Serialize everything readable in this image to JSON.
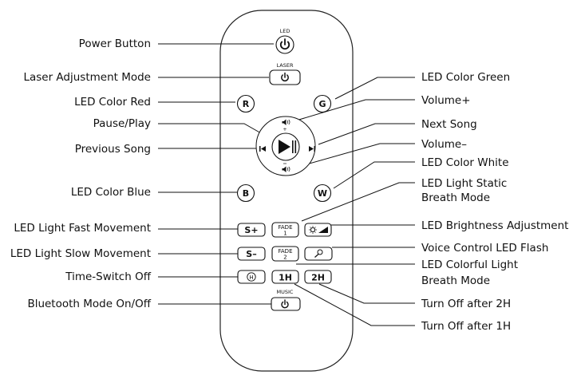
{
  "labels": {
    "power_button": "Power Button",
    "laser_adjustment": "Laser Adjustment Mode",
    "led_color_red": "LED Color Red",
    "pause_play": "Pause/Play",
    "previous_song": "Previous Song",
    "led_color_blue": "LED Color Blue",
    "led_fast_movement": "LED Light Fast Movement",
    "led_slow_movement": "LED Light Slow Movement",
    "time_switch_off": "Time-Switch Off",
    "bluetooth_mode": "Bluetooth Mode On/Off",
    "led_color_green": "LED Color Green",
    "volume_plus": "Volume+",
    "next_song": "Next Song",
    "volume_minus": "Volume–",
    "led_color_white": "LED Color White",
    "led_static_breath_1": "LED Light Static",
    "led_static_breath_2": "Breath Mode",
    "led_brightness": "LED Brightness Adjustment",
    "voice_control_flash": "Voice Control LED Flash",
    "led_colorful_breath_1": "LED Colorful Light",
    "led_colorful_breath_2": "Breath Mode",
    "turn_off_2h": "Turn Off after 2H",
    "turn_off_1h": "Turn Off after 1H"
  },
  "remote": {
    "led_caption": "LED",
    "laser_caption": "LASER",
    "music_caption": "MUSIC",
    "btn_r": "R",
    "btn_g": "G",
    "btn_b": "B",
    "btn_w": "W",
    "btn_s_plus": "S+",
    "btn_s_minus": "S–",
    "fade1_top": "FADE",
    "fade1_num": "1",
    "fade2_top": "FADE",
    "fade2_num": "2",
    "btn_1h": "1H",
    "btn_2h": "2H"
  }
}
